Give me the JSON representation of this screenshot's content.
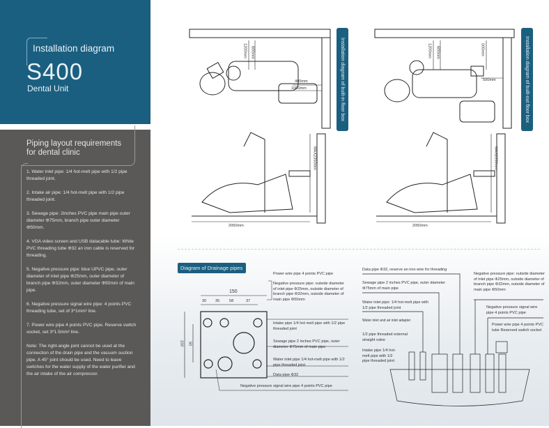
{
  "header": {
    "subtitle": "Installation diagram",
    "model": "S400",
    "product": "Dental Unit"
  },
  "requirements": {
    "title_line1": "Piping layout requirements",
    "title_line2": "for dental clinic",
    "items": [
      "1. Water inlet pipe: 1/4 hot-melt pipe with 1/2 pipe threaded joint.",
      "2. Intake air pipe: 1/4 hot-melt pipe with 1/2 pipe threaded joint.",
      "3. Sewage pipe: 2inches PVC pipe main pipe outer diameter Φ75mm, branch pipe outer diameter Φ50mm.",
      "4. VGA video screen and USB datacable tube: White PVC threading tube Φ32 an iron cable is reserved for threading.",
      "5. Negative pressure pipe: blue UPVC pipe, outer diameter of inlet pipe Φ25mm, outer diameter of branch pipe Φ32mm, outer diameter Φ50mm of main pipe.",
      "6. Negative pressure signal wire pipe: 4 points PVC threading tube, set of 3*1mm² line.",
      "7. Power wire pipe 4 points PVC pipe. Reserve switch socket, set 3*1.5mm² line.",
      "Note: The right-angle joint cannot be used at the connection of the drain pipe and the vacuum suction pipe. A 45° joint should be used. Need to leave switches for the water supply of the water purifier and the air intake of the air compressor."
    ]
  },
  "diagram_left": {
    "tab": "Installation diagram of built-in floor box",
    "dim_1200": "1200mm",
    "dim_600": "600mm",
    "dim_400": "400mm",
    "dim_1000": "1000mm",
    "dim_max": "MAX2350mm",
    "dim_2050": "2050mm"
  },
  "diagram_right": {
    "tab": "Installation diagram of built-out floor box",
    "dim_1200": "1200mm",
    "dim_600": "600mm",
    "dim_500a": "500mm",
    "dim_500b": "500mm",
    "dim_max": "MAX2350mm",
    "dim_2050": "2050mm"
  },
  "drainage": {
    "title": "Diagram of Drainage pipes",
    "dims": {
      "w": "150",
      "a": "30",
      "b": "35",
      "c": "58",
      "d": "37",
      "h": "150",
      "h2": "50"
    },
    "labels": [
      "Power wire pipe 4 points PVC pipe",
      "Negative pressure pipe: outside diameter of inlet pipe Φ25mm, outside diameter of branch pipe Φ32mm, outside diameter of main pipe Φ50mm",
      "Intake pipe 1/4 hot melt pipe with 1/2 pipe threaded joint",
      "Sewage pipe 2 inches PVC pipe, outer diameter Φ75mm of main pipe",
      "Water inlet pipe 1/4 hot-melt pipe with 1/2 pipe threaded joint",
      "Data pipe Φ32",
      "Negative pressure signal wire pipe 4 points PVC pipe"
    ]
  },
  "side_view": {
    "labels": [
      "Data pipe Φ32, reserve an iron wire for threading",
      "Sewage pipe 2 inches PVC pipe, outer diameter Φ75mm of main pipe",
      "Water inlet pipe: 1/4 hot-melt pipe with 1/2 pipe threaded joint",
      "Water inlet and air inlet adapter",
      "1/2 pipe threaded external straight valve",
      "Intake pipe 1/4 hot-melt pipe with 1/2 pipe threaded joint",
      "Negative pressure pipe: outside diameter of inlet pipe Φ25mm, outside diameter of branch pipe Φ32mm, outside diameter of main pipe Φ50mm",
      "Negative pressure signal wire pipe 4 points PVC pipe",
      "Power wire pipe 4 points PVC tube Reserved switch socket"
    ]
  }
}
